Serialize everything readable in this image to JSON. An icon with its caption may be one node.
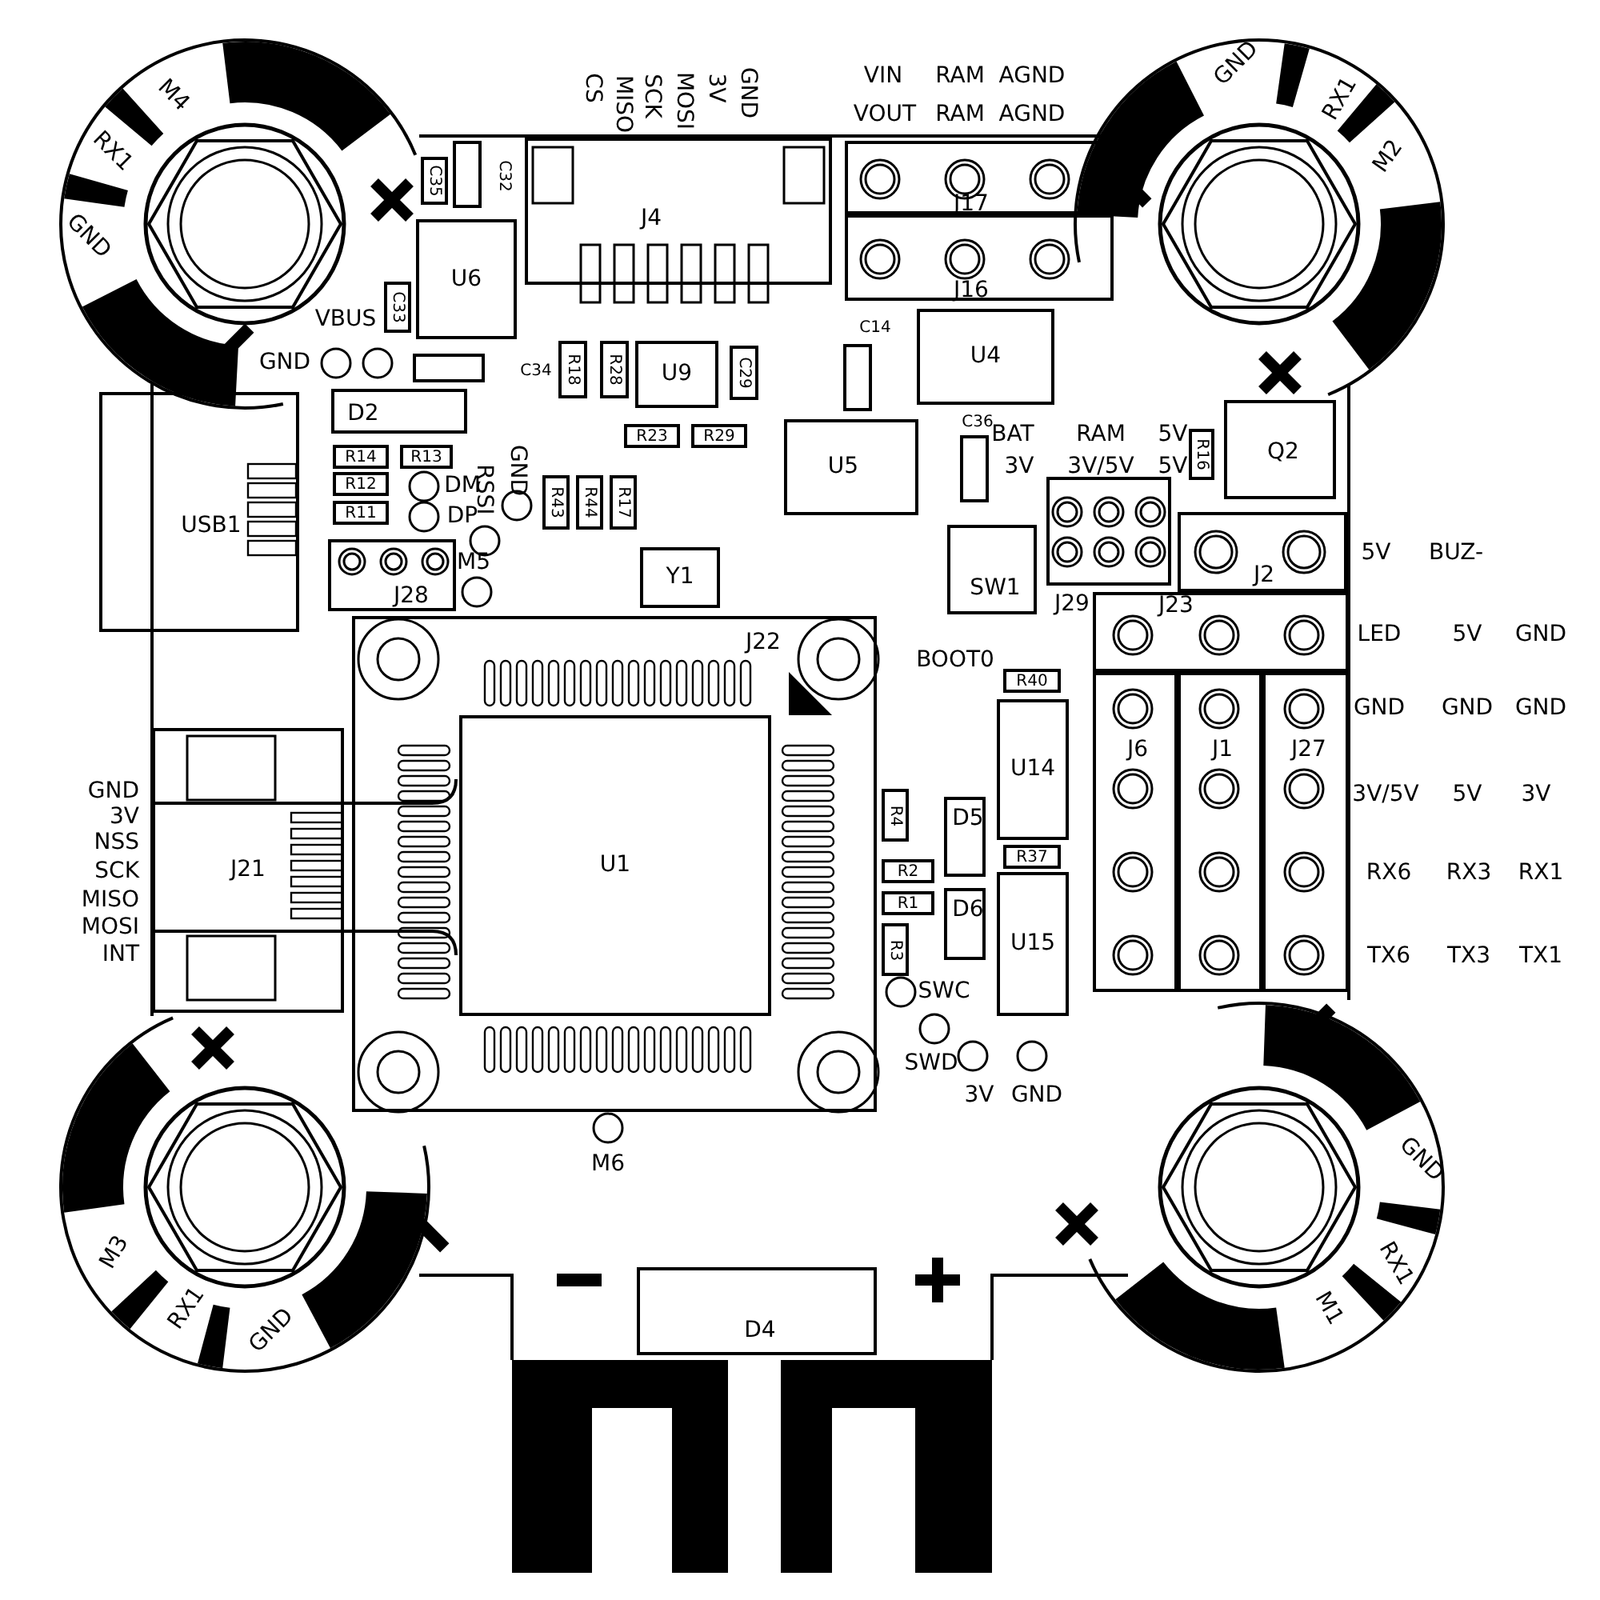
{
  "diagram": {
    "nodes": [
      {
        "text": [
          "C35"
        ]
      },
      {
        "text": [
          "C32"
        ]
      },
      {
        "text": [
          "J4"
        ]
      },
      {
        "text": [
          "J17"
        ]
      },
      {
        "text": [
          "J16"
        ]
      },
      {
        "text": [
          "U6"
        ]
      },
      {
        "text": [
          "C33"
        ]
      },
      {
        "text": [
          "C34"
        ]
      },
      {
        "text": [
          "R18"
        ]
      },
      {
        "text": [
          "R28"
        ]
      },
      {
        "text": [
          "U9"
        ]
      },
      {
        "text": [
          "C29"
        ]
      },
      {
        "text": [
          "C14"
        ]
      },
      {
        "text": [
          "U4"
        ]
      },
      {
        "text": [
          "D2"
        ]
      },
      {
        "text": [
          "R14"
        ]
      },
      {
        "text": [
          "R13"
        ]
      },
      {
        "text": [
          "R12"
        ]
      },
      {
        "text": [
          "R11"
        ]
      },
      {
        "text": [
          "USB1"
        ]
      },
      {
        "text": [
          "R23"
        ]
      },
      {
        "text": [
          "R29"
        ]
      },
      {
        "text": [
          "U5"
        ]
      },
      {
        "text": [
          "C36"
        ]
      },
      {
        "text": [
          "R16"
        ]
      },
      {
        "text": [
          "Q2"
        ]
      },
      {
        "text": [
          "R43"
        ]
      },
      {
        "text": [
          "R44"
        ]
      },
      {
        "text": [
          "R17"
        ]
      },
      {
        "text": [
          "J28"
        ]
      },
      {
        "text": [
          "Y1"
        ]
      },
      {
        "text": [
          "SW1"
        ]
      },
      {
        "text": [
          "J29"
        ]
      },
      {
        "text": [
          "J2"
        ]
      },
      {
        "text": [
          "J23"
        ]
      },
      {
        "text": [
          "J22"
        ]
      },
      {
        "text": [
          "U1"
        ],
        "in": 35
      },
      {
        "text": [
          "R40"
        ]
      },
      {
        "text": [
          "U14"
        ]
      },
      {
        "text": [
          "J21"
        ]
      },
      {
        "text": [
          "R4"
        ]
      },
      {
        "text": [
          "D5"
        ]
      },
      {
        "text": [
          "J6"
        ]
      },
      {
        "text": [
          "J1"
        ]
      },
      {
        "text": [
          "J27"
        ]
      },
      {
        "text": [
          "R37"
        ]
      },
      {
        "text": [
          "R2"
        ]
      },
      {
        "text": [
          "R1"
        ]
      },
      {
        "text": [
          "D6"
        ]
      },
      {
        "text": [
          "U15"
        ]
      },
      {
        "text": [
          "R3"
        ]
      },
      {
        "text": [
          "D4"
        ]
      }
    ],
    "labels": [
      "CS",
      "MISO",
      "SCK",
      "MOSI",
      "3V",
      "GND",
      "VIN",
      "RAM",
      "AGND",
      "VOUT",
      "RAM",
      "AGND",
      "M4",
      "RX1",
      "GND",
      "GND",
      "RX1",
      "M2",
      "VBUS",
      "GND",
      "DM",
      "DP",
      "RSSI",
      "GND",
      "M5",
      "BAT",
      "RAM",
      "5V",
      "3V",
      "3V/5V",
      "5V",
      "5V",
      "BUZ-",
      "BOOT0",
      "LED",
      "5V",
      "GND",
      "GND",
      "GND",
      "GND",
      "GND",
      "3V",
      "NSS",
      "SCK",
      "MISO",
      "MOSI",
      "INT",
      "3V/5V",
      "5V",
      "3V",
      "RX6",
      "RX3",
      "RX1",
      "TX6",
      "TX3",
      "TX1",
      "SWC",
      "SWD",
      "3V",
      "GND",
      "M6",
      "M3",
      "RX1",
      "GND",
      "GND",
      "RX1",
      "M1"
    ]
  }
}
